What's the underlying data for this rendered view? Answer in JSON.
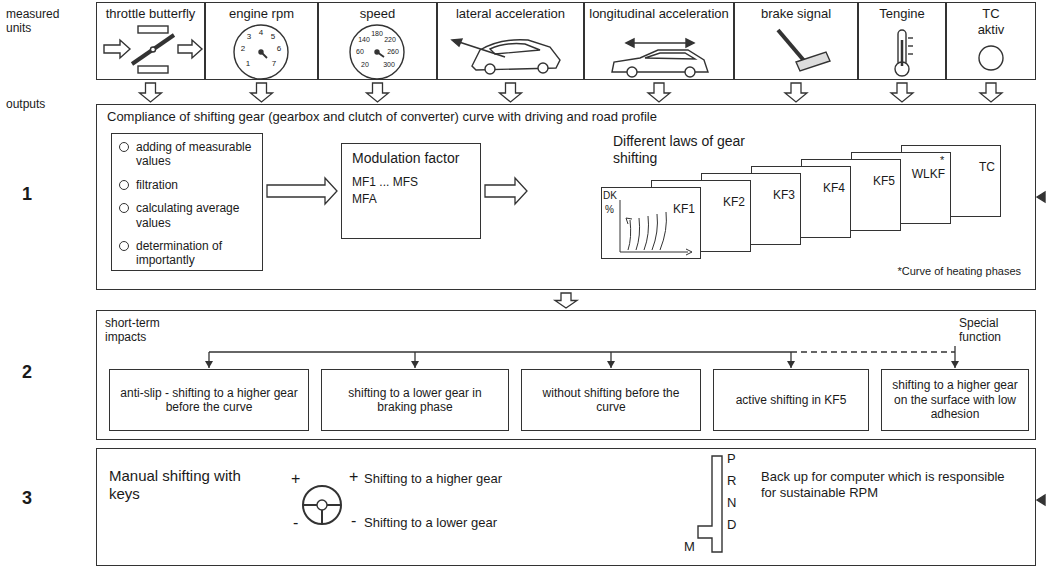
{
  "diagram": {
    "nodes": [
      {
        "text": [
          "throttle butterfly"
        ]
      },
      {
        "text": [
          "engine rpm"
        ]
      },
      {
        "text": [
          "speed"
        ]
      },
      {
        "text": [
          "lateral acceleration"
        ]
      },
      {
        "text": [
          "longitudinal acceleration"
        ]
      },
      {
        "text": [
          "brake signal"
        ]
      },
      {
        "text": [
          "Tengine"
        ]
      },
      {
        "text": [
          "TC aktiv"
        ]
      },
      {
        "text": [
          "Compliance of shifting gear (gearbox and clutch of converter) curve with driving and road profile"
        ]
      },
      {
        "text": [
          "adding of measurable values",
          "filtration",
          "calculating average values",
          "determination of importantly"
        ],
        "in": 8
      },
      {
        "text": [
          "Modulation factor",
          "MF1 ... MFS",
          "MFA"
        ],
        "in": 8
      },
      {
        "text": [
          "Different laws of gear shifting",
          "*Curve of heating phases"
        ],
        "in": 8
      },
      {
        "text": [
          "KF1"
        ],
        "in": 11
      },
      {
        "text": [
          "KF2"
        ],
        "in": 11
      },
      {
        "text": [
          "KF3"
        ],
        "in": 11
      },
      {
        "text": [
          "KF4"
        ],
        "in": 11
      },
      {
        "text": [
          "KF5"
        ],
        "in": 11
      },
      {
        "text": [
          "WLKF"
        ],
        "in": 11
      },
      {
        "text": [
          "TC"
        ],
        "in": 11
      },
      {
        "text": [
          "short-term impacts",
          "Special function"
        ]
      },
      {
        "text": [
          "anti-slip - shifting to a higher gear before the curve"
        ],
        "in": 19
      },
      {
        "text": [
          "shifting to a lower gear in braking phase"
        ],
        "in": 19
      },
      {
        "text": [
          "without shifting before the curve"
        ],
        "in": 19
      },
      {
        "text": [
          "active shifting in KF5"
        ],
        "in": 19
      },
      {
        "text": [
          "shifting to a higher gear on the surface with low adhesion"
        ],
        "in": 19
      },
      {
        "text": [
          "Manual shifting with keys",
          "Back up for computer which is responsible for sustainable RPM"
        ]
      }
    ],
    "edges": [
      {
        "from": 0,
        "to": 8,
        "arrow": "to"
      },
      {
        "from": 1,
        "to": 8,
        "arrow": "to"
      },
      {
        "from": 2,
        "to": 8,
        "arrow": "to"
      },
      {
        "from": 3,
        "to": 8,
        "arrow": "to"
      },
      {
        "from": 4,
        "to": 8,
        "arrow": "to"
      },
      {
        "from": 5,
        "to": 8,
        "arrow": "to"
      },
      {
        "from": 6,
        "to": 8,
        "arrow": "to"
      },
      {
        "from": 7,
        "to": 8,
        "arrow": "to"
      },
      {
        "from": 9,
        "to": 10,
        "arrow": "to"
      },
      {
        "from": 10,
        "to": 11,
        "arrow": "to"
      },
      {
        "from": 8,
        "to": 19,
        "arrow": "to"
      },
      {
        "from": 19,
        "to": 20,
        "arrow": "to"
      },
      {
        "from": 19,
        "to": 21,
        "arrow": "to"
      },
      {
        "from": 19,
        "to": 22,
        "arrow": "to"
      },
      {
        "from": 19,
        "to": 23,
        "arrow": "to"
      },
      {
        "from": 19,
        "to": 24,
        "arrow": "to"
      }
    ],
    "labels": [
      "measured units",
      "outputs",
      "1",
      "2",
      "3",
      "3",
      "4",
      "5",
      "2",
      "6",
      "1",
      "7",
      "140",
      "180",
      "220",
      "60",
      "260",
      "20",
      "300",
      "DK",
      "%",
      "*",
      "+",
      "-",
      "+",
      "Shifting to a higher gear",
      "-",
      "Shifting to a lower gear",
      "P",
      "R",
      "N",
      "D",
      "M"
    ]
  }
}
